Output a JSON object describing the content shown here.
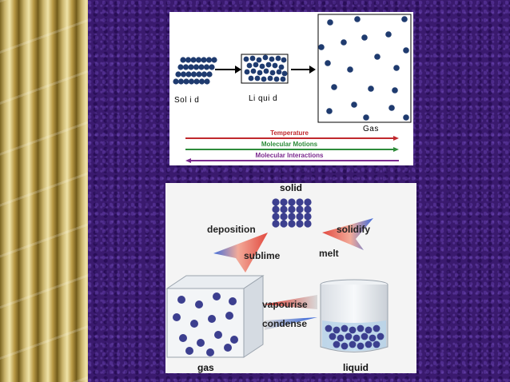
{
  "states_diagram": {
    "solid_label": "Sol i d",
    "liquid_label": "Li qui d",
    "gas_label": "Gas",
    "arrows": [
      {
        "label": "Temperature",
        "color": "#c0282d",
        "direction": "right"
      },
      {
        "label": "Molecular Motions",
        "color": "#2e8b3a",
        "direction": "right"
      },
      {
        "label": "Molecular Interactions",
        "color": "#7b2a8f",
        "direction": "left"
      }
    ],
    "particle_color": "#1f3b6f"
  },
  "phase_cycle": {
    "solid": "solid",
    "liquid": "liquid",
    "gas": "gas",
    "deposition": "deposition",
    "sublime": "sublime",
    "solidify": "solidify",
    "melt": "melt",
    "vapourise": "vapourise",
    "condense": "condense",
    "particle_color": "#3c3f8f"
  }
}
